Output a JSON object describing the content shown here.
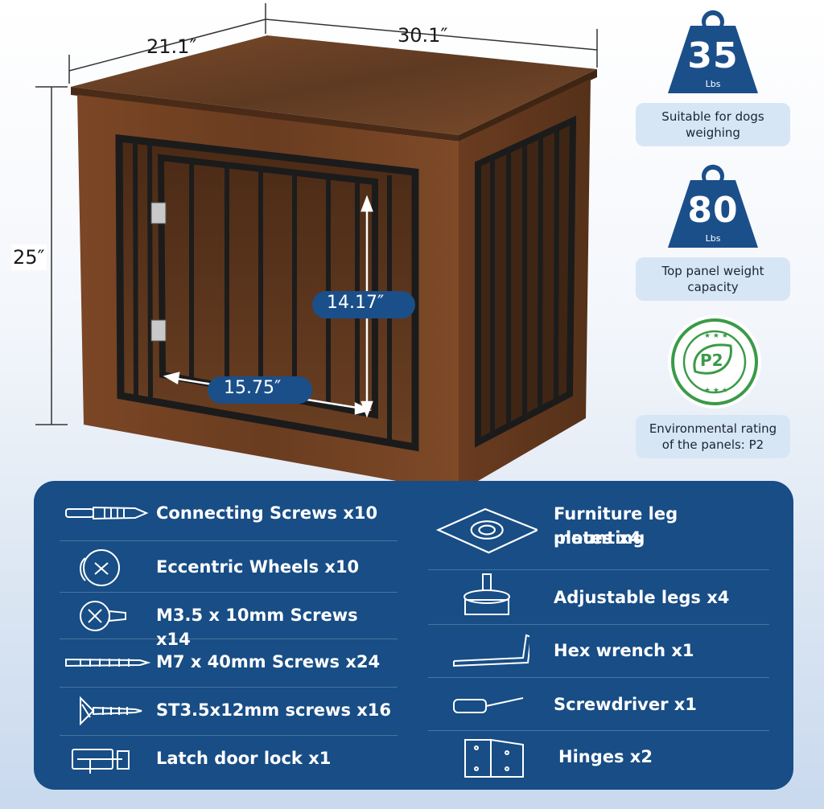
{
  "dimensions": {
    "depth": "21.1″",
    "width": "30.1″",
    "height": "25″",
    "door_height": "14.17″",
    "door_width": "15.75″"
  },
  "specs": [
    {
      "value": "35",
      "unit": "Lbs",
      "caption": "Suitable for dogs weighing"
    },
    {
      "value": "80",
      "unit": "Lbs",
      "caption": "Top panel weight capacity"
    }
  ],
  "eco": {
    "badge_text": "P2",
    "caption": "Environmental rating of the panels: P2"
  },
  "parts_left": [
    {
      "label": "Connecting Screws x10",
      "icon": "connecting-screw-icon"
    },
    {
      "label": "Eccentric Wheels x10",
      "icon": "eccentric-wheel-icon"
    },
    {
      "label": "M3.5 x 10mm Screws x14",
      "icon": "short-screw-icon"
    },
    {
      "label": "M7 x 40mm Screws x24",
      "icon": "long-screw-icon"
    },
    {
      "label": "ST3.5x12mm screws x16",
      "icon": "wood-screw-icon"
    },
    {
      "label": "Latch door lock x1",
      "icon": "latch-lock-icon"
    }
  ],
  "parts_right": [
    {
      "label_line1": "Furniture leg mounting",
      "label_line2": "plates x4",
      "icon": "mounting-plate-icon"
    },
    {
      "label_line1": "Adjustable legs x4",
      "label_line2": "",
      "icon": "adjustable-leg-icon"
    },
    {
      "label_line1": "Hex wrench x1",
      "label_line2": "",
      "icon": "hex-wrench-icon"
    },
    {
      "label_line1": "Screwdriver x1",
      "label_line2": "",
      "icon": "screwdriver-icon"
    },
    {
      "label_line1": "Hinges x2",
      "label_line2": "",
      "icon": "hinge-icon"
    }
  ],
  "colors": {
    "navy": "#184d85",
    "badge_navy": "#1b4f8a",
    "wood": "#6b3e22",
    "eco_green": "#3b9a48",
    "caption_bg": "#d7e6f5"
  }
}
